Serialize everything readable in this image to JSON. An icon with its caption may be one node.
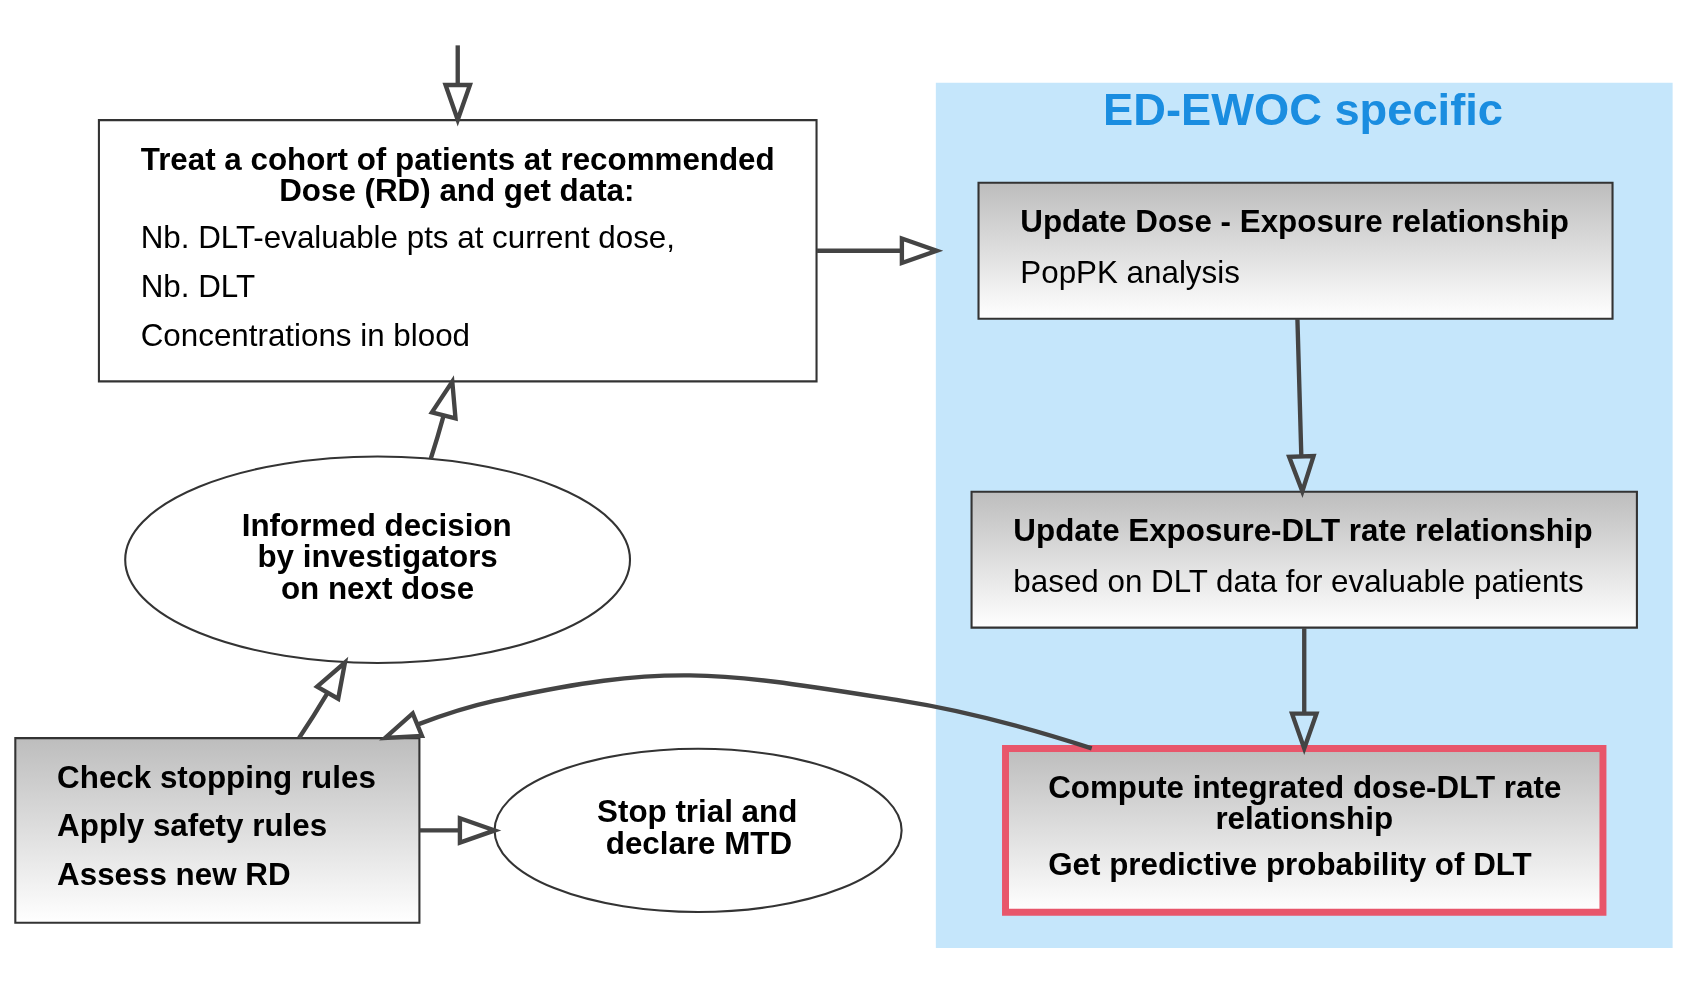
{
  "diagram": {
    "nodes": [
      {
        "text": [
          "ED-EWOC specific"
        ]
      },
      {
        "text": [
          "Treat a cohort of patients at recommended Dose (RD) and get data:",
          "Nb. DLT-evaluable pts at current dose,",
          "Nb. DLT",
          "Concentrations in blood"
        ]
      },
      {
        "text": [
          "Update Dose - Exposure relationship",
          "PopPK analysis"
        ],
        "in": 0
      },
      {
        "text": [
          "Update Exposure-DLT rate relationship",
          "based on DLT data for evaluable patients"
        ],
        "in": 0
      },
      {
        "text": [
          "Compute integrated dose-DLT rate relationship",
          "Get predictive probability of DLT"
        ],
        "in": 0
      },
      {
        "text": [
          "Check stopping rules",
          "Apply safety rules",
          "Assess new RD"
        ]
      },
      {
        "text": [
          "Informed decision by investigators on next dose"
        ]
      },
      {
        "text": [
          "Stop trial and declare MTD"
        ]
      }
    ],
    "edges": [
      {
        "from": null,
        "to": 1,
        "arrow": "to"
      },
      {
        "from": 1,
        "to": 0,
        "arrow": "to"
      },
      {
        "from": 2,
        "to": 3,
        "arrow": "to"
      },
      {
        "from": 3,
        "to": 4,
        "arrow": "to"
      },
      {
        "from": 4,
        "to": 5,
        "arrow": "to"
      },
      {
        "from": 5,
        "to": 7,
        "arrow": "to"
      },
      {
        "from": 5,
        "to": 6,
        "arrow": "to"
      },
      {
        "from": 6,
        "to": 1,
        "arrow": "to"
      }
    ]
  }
}
